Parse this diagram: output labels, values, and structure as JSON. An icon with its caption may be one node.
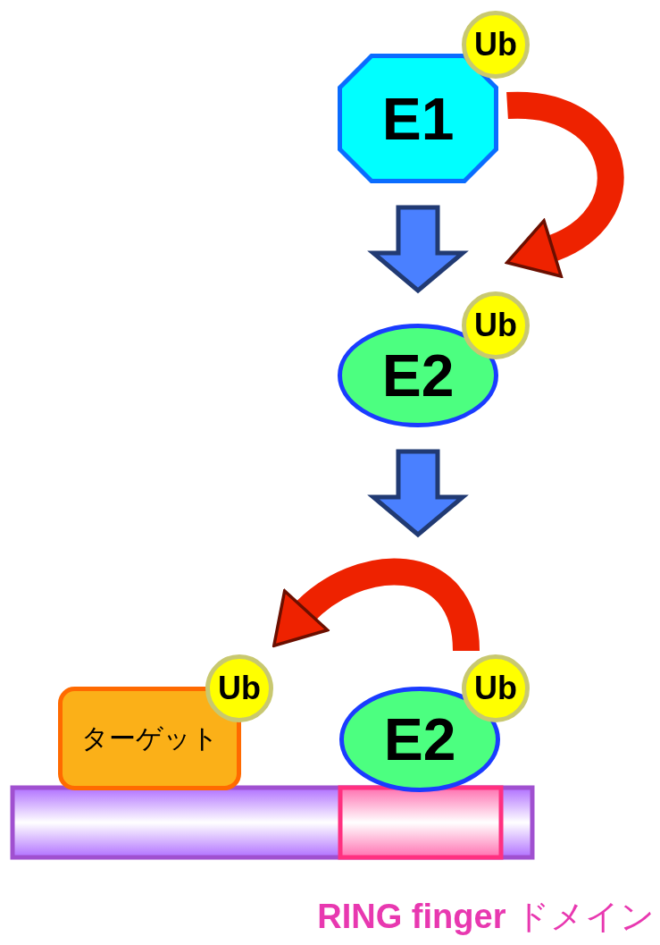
{
  "diagram": {
    "nodes": [
      {
        "text": [
          "E1"
        ]
      },
      {
        "text": [
          "Ub"
        ]
      },
      {
        "text": [
          "E2"
        ]
      },
      {
        "text": [
          "Ub"
        ]
      },
      {
        "text": [
          "ターゲット"
        ]
      },
      {
        "text": [
          "Ub"
        ]
      },
      {
        "text": [
          "E2"
        ]
      },
      {
        "text": [
          "Ub"
        ]
      }
    ],
    "edges": [
      {
        "from": 0,
        "to": 2,
        "arrow": "to",
        "color": "#4a80ff"
      },
      {
        "from": 2,
        "to": null,
        "arrow": "to",
        "color": "#4a80ff"
      },
      {
        "from": 0,
        "to": 3,
        "arrow": "to",
        "color": "#ee2200"
      },
      {
        "from": 7,
        "to": 5,
        "arrow": "to",
        "color": "#ee2200"
      }
    ],
    "labels": [
      "**RING finger** ドメイン"
    ]
  }
}
